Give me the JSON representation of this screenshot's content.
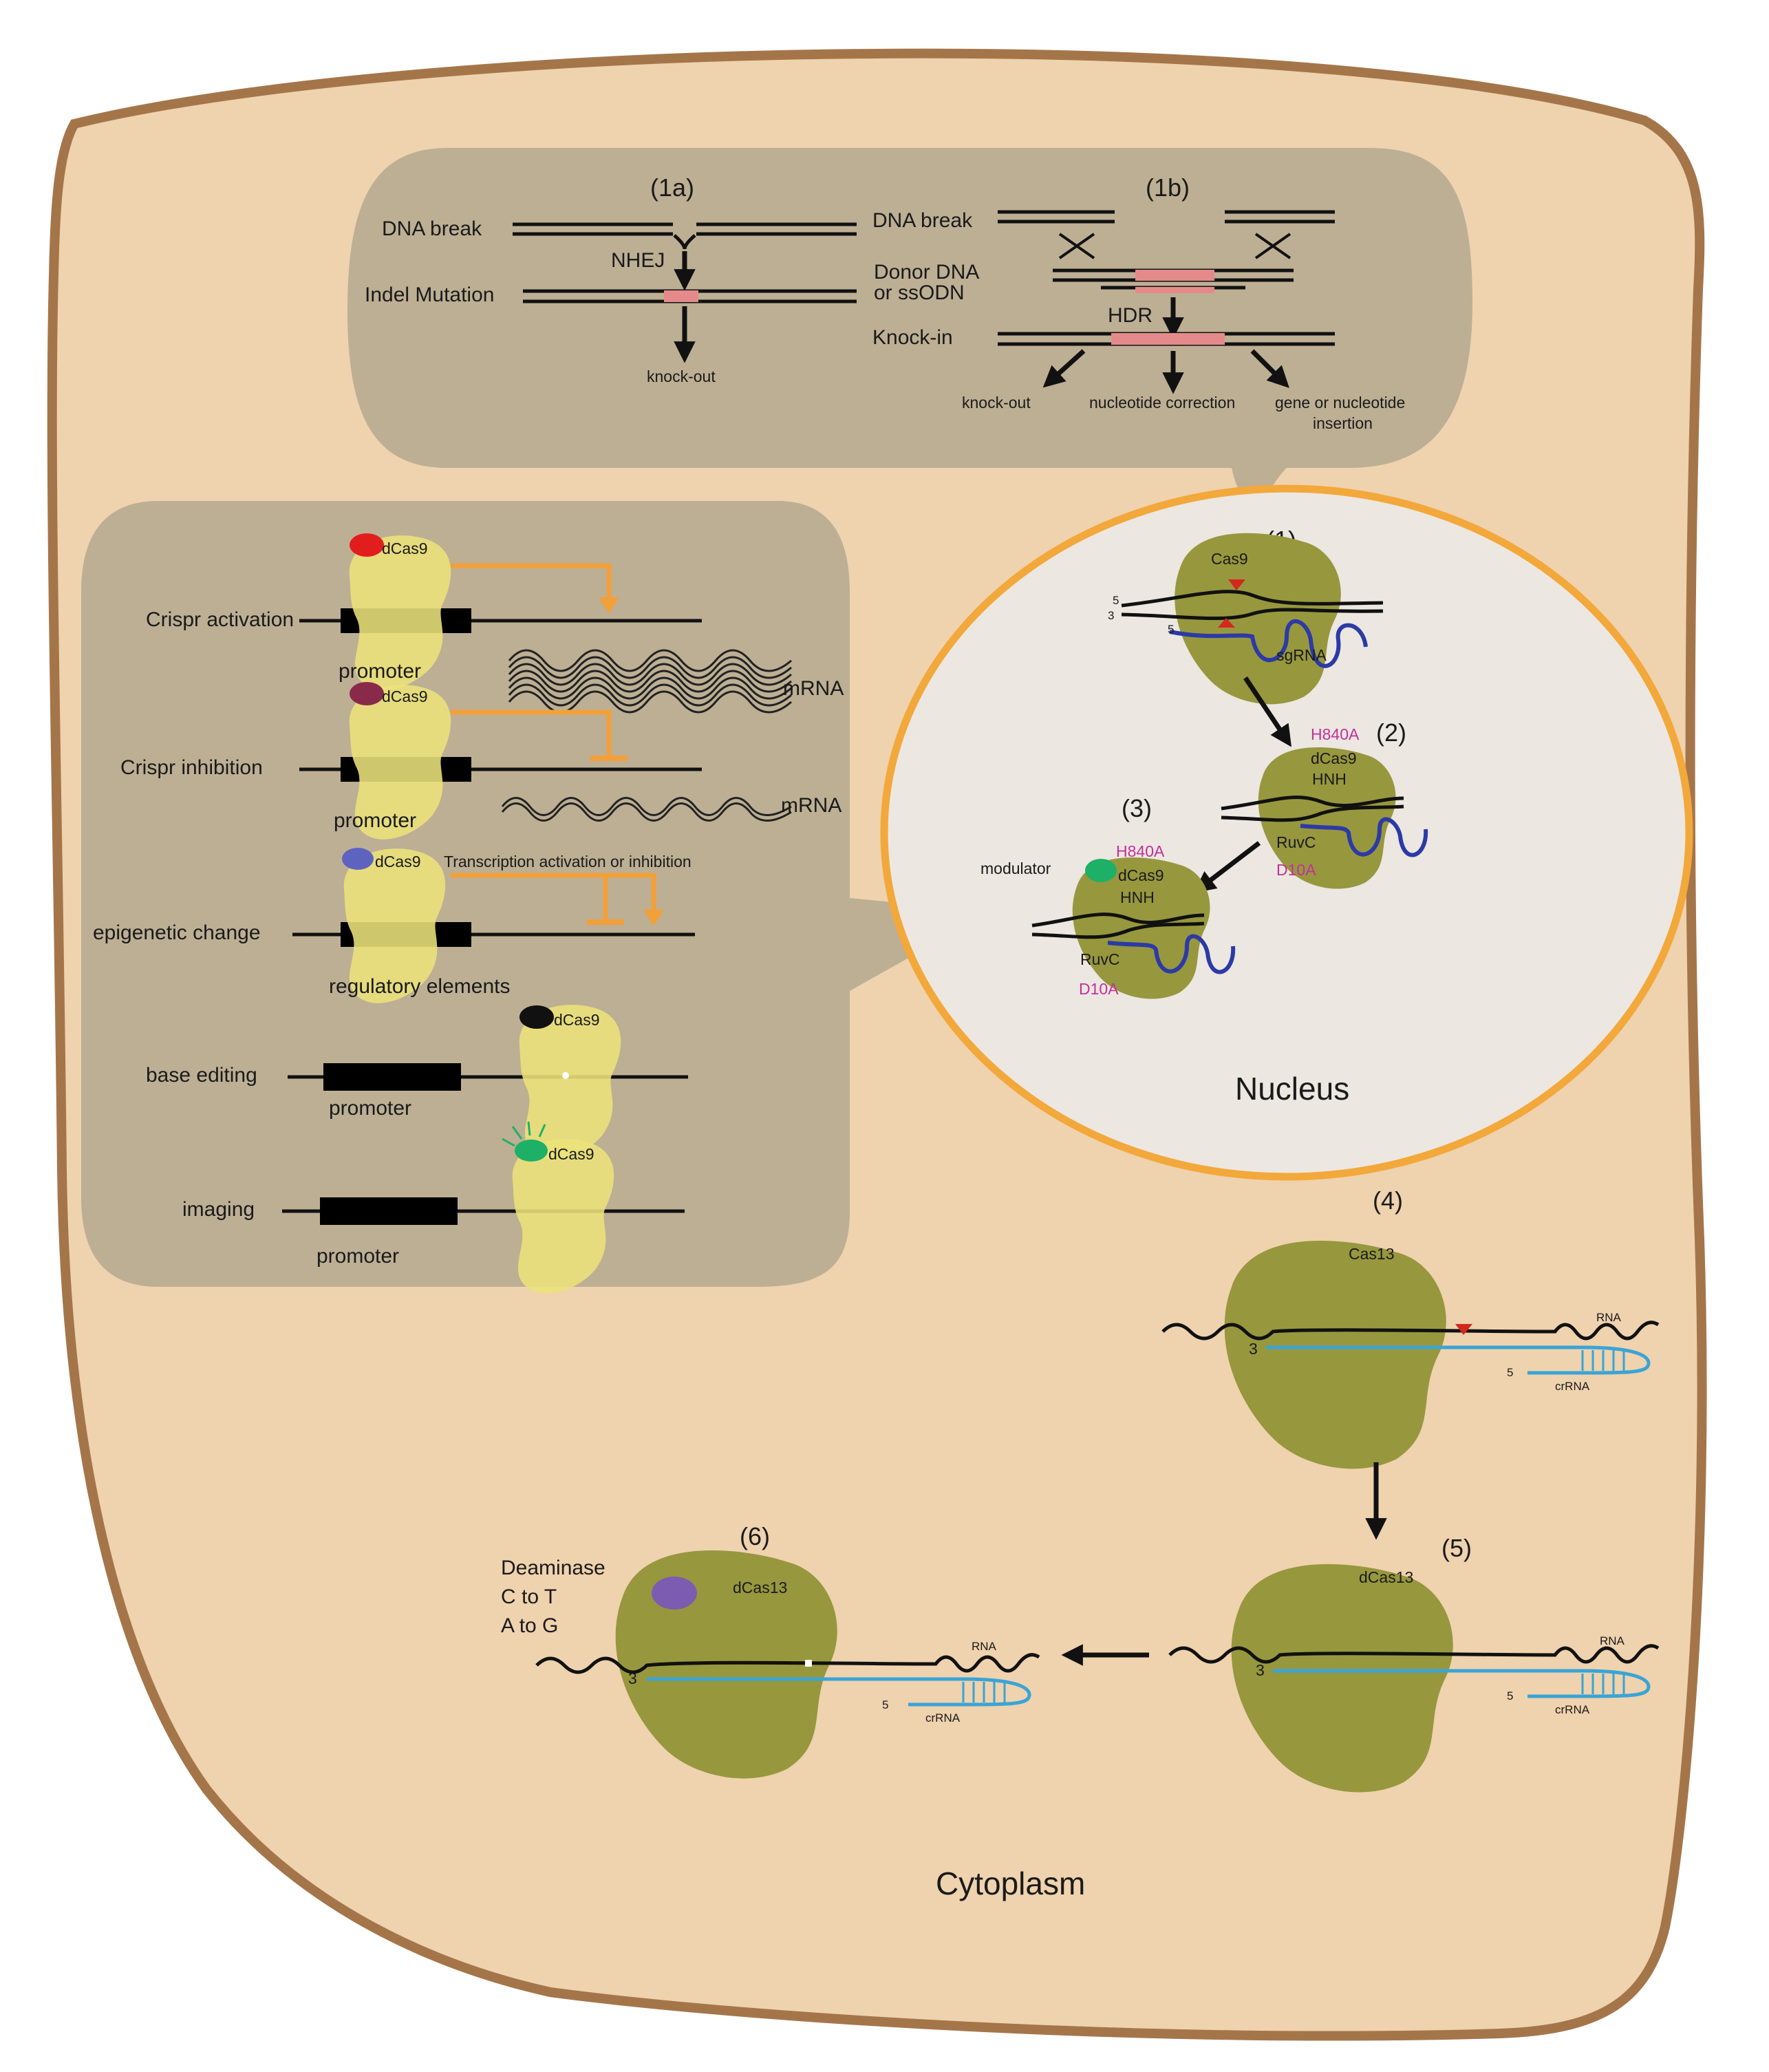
{
  "labels": {
    "p1a": "(1a)",
    "p1b": "(1b)",
    "dna_break_a": "DNA break",
    "nhej": "NHEJ",
    "indel": "Indel Mutation",
    "knockout_a": "knock-out",
    "dna_break_b": "DNA break",
    "donor1": "Donor DNA",
    "donor2": "or ssODN",
    "hdr": "HDR",
    "knockin": "Knock-in",
    "knockout_b": "knock-out",
    "nucleotide_correction": "nucleotide correction",
    "gene_insertion1": "gene or nucleotide",
    "gene_insertion2": "insertion",
    "crispr_activation": "Crispr activation",
    "crispr_inhibition": "Crispr inhibition",
    "epigenetic": "epigenetic change",
    "base_editing": "base editing",
    "imaging": "imaging",
    "promoter": "promoter",
    "regulatory": "regulatory elements",
    "mrna": "mRNA",
    "dcas9": "dCas9",
    "transcription": "Transcription activation or inhibition",
    "p1": "(1)",
    "p2": "(2)",
    "p3": "(3)",
    "p4": "(4)",
    "p5": "(5)",
    "p6": "(6)",
    "cas9": "Cas9",
    "sgrna": "sgRNA",
    "h840a": "H840A",
    "d10a": "D10A",
    "hnh": "HNH",
    "ruvc": "RuvC",
    "modulator": "modulator",
    "nucleus": "Nucleus",
    "cas13": "Cas13",
    "dcas13": "dCas13",
    "rna": "RNA",
    "crrna": "crRNA",
    "end3": "3",
    "end5": "5",
    "deaminase": "Deaminase",
    "c_to_t": "C to T",
    "a_to_g": "A to G",
    "cytoplasm": "Cytoplasm"
  },
  "colors": {
    "cell_fill": "#efd2ae",
    "cell_border": "#a5754a",
    "panel_fill": "#bdaf94",
    "nucleus_fill": "#ece7e1",
    "nucleus_border": "#f2a83a",
    "cas_protein": "#97973e",
    "dcas9_light": "#ece37a",
    "indel_mark": "#e58a8a",
    "rna_blue": "#2c3aa6",
    "crrna_cyan": "#3aa4d6",
    "orange_arrow": "#f2a03a",
    "modulator_green": "#1eb066",
    "deaminase_purple": "#7c5cb0",
    "mutation_pink": "#c2319a",
    "cut_red": "#d2281e"
  }
}
